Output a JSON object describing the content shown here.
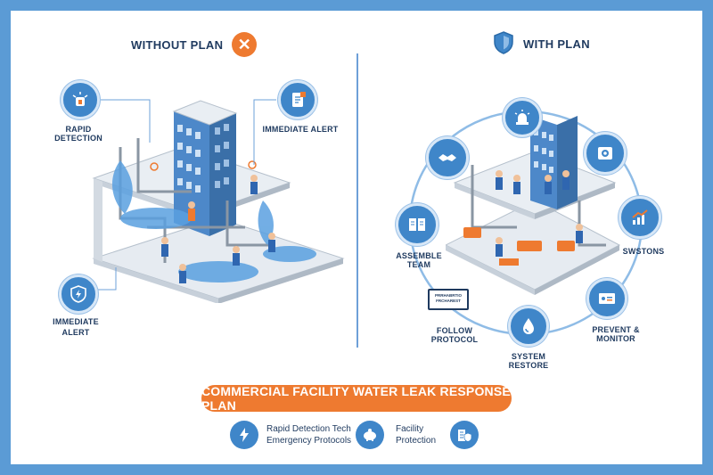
{
  "left_panel": {
    "title": "WITHOUT PLAN",
    "labels": {
      "rapid_detection": "RAPID DETECTION",
      "immediate_alert_top": "IMMEDIATE ALERT",
      "immediate_alert_bottom_1": "IMMEDIATE",
      "immediate_alert_bottom_2": "ALERT"
    }
  },
  "right_panel": {
    "title": "WITH PLAN",
    "labels": {
      "assemble_team": "ASSEMBLE TEAM",
      "swstons": "SWSTONS",
      "follow_protocol": "FOLLOW PROTOCOL",
      "prevent_monitor": "PREVENT & MONITOR",
      "system_restore": "SYSTEM RESTORE"
    },
    "tablet_text_1": "PRRHABRTIO",
    "tablet_text_2": "FRCHAREST"
  },
  "banner": {
    "text": "COMMERCIAL FACILITY WATER LEAK RESPONSE PLAN"
  },
  "features": [
    {
      "line1": "Rapid Detection Tech",
      "line2": "Emergency Protocols"
    },
    {
      "line1": "Facility",
      "line2": "Protection"
    }
  ],
  "colors": {
    "blue": "#3f86c9",
    "orange": "#ee7a30",
    "navy": "#1f3a5f",
    "frame": "#5b9bd5"
  }
}
